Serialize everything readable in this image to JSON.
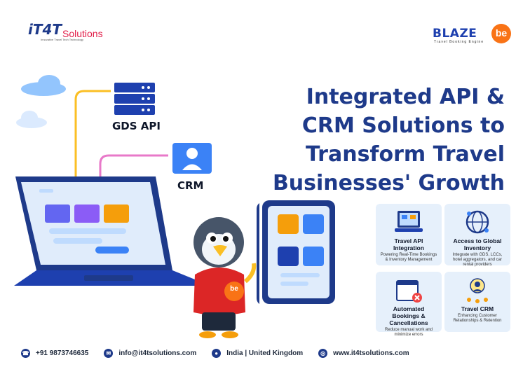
{
  "logos": {
    "left": {
      "brand": "iT4T",
      "solutions": "Solutions",
      "tagline": "Innovative Travel Tech Technology"
    },
    "right": {
      "brand": "BLAZE",
      "badge": "be",
      "tagline": "Travel Booking Engine"
    }
  },
  "diagram": {
    "gds_label": "GDS API",
    "crm_label": "CRM",
    "mascot_badge": "be"
  },
  "headline": {
    "line1": "Integrated API &",
    "line2": "CRM Solutions to",
    "line3": "Transform Travel",
    "line4": "Businesses' Growth"
  },
  "features": [
    {
      "title": "Travel API Integration",
      "desc": "Powering Real-Time Bookings & Inventory Management",
      "icon": "laptop-booking-icon"
    },
    {
      "title": "Access to Global Inventory",
      "desc": "Integrate with GDS, LCCs, hotel aggregators, and car rental providers",
      "icon": "globe-network-icon"
    },
    {
      "title": "Automated Bookings & Cancellations",
      "desc": "Reduce manual work and minimize errors",
      "icon": "calendar-cancel-icon"
    },
    {
      "title": "Travel CRM",
      "desc": "Enhancing Customer Relationships & Retention",
      "icon": "user-network-icon"
    }
  ],
  "footer": {
    "phone": "+91 9873746635",
    "email": "info@it4tsolutions.com",
    "location": "India | United Kingdom",
    "website": "www.it4tsolutions.com"
  },
  "colors": {
    "primary": "#1e3a8a",
    "accent": "#f97316",
    "red": "#e11d48",
    "card_bg": "#e6f0fb"
  }
}
